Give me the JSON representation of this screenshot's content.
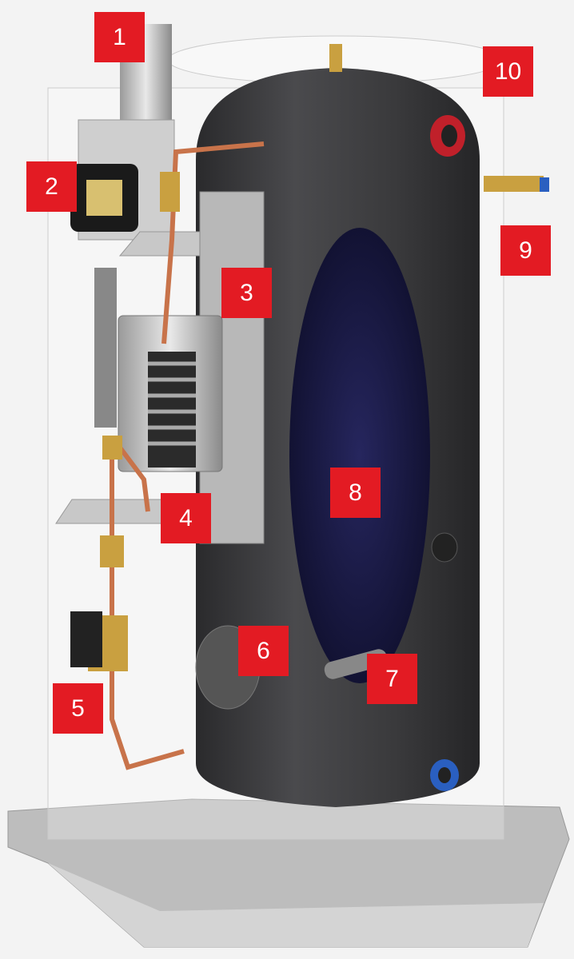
{
  "callouts": [
    {
      "number": "1"
    },
    {
      "number": "2"
    },
    {
      "number": "3"
    },
    {
      "number": "4"
    },
    {
      "number": "5"
    },
    {
      "number": "6"
    },
    {
      "number": "7"
    },
    {
      "number": "8"
    },
    {
      "number": "9"
    },
    {
      "number": "10"
    }
  ],
  "colors": {
    "badge": "#e31b23",
    "background": "#f3f3f3",
    "tank": "#3a3a3c",
    "cutaway": "#1c1c4a"
  }
}
